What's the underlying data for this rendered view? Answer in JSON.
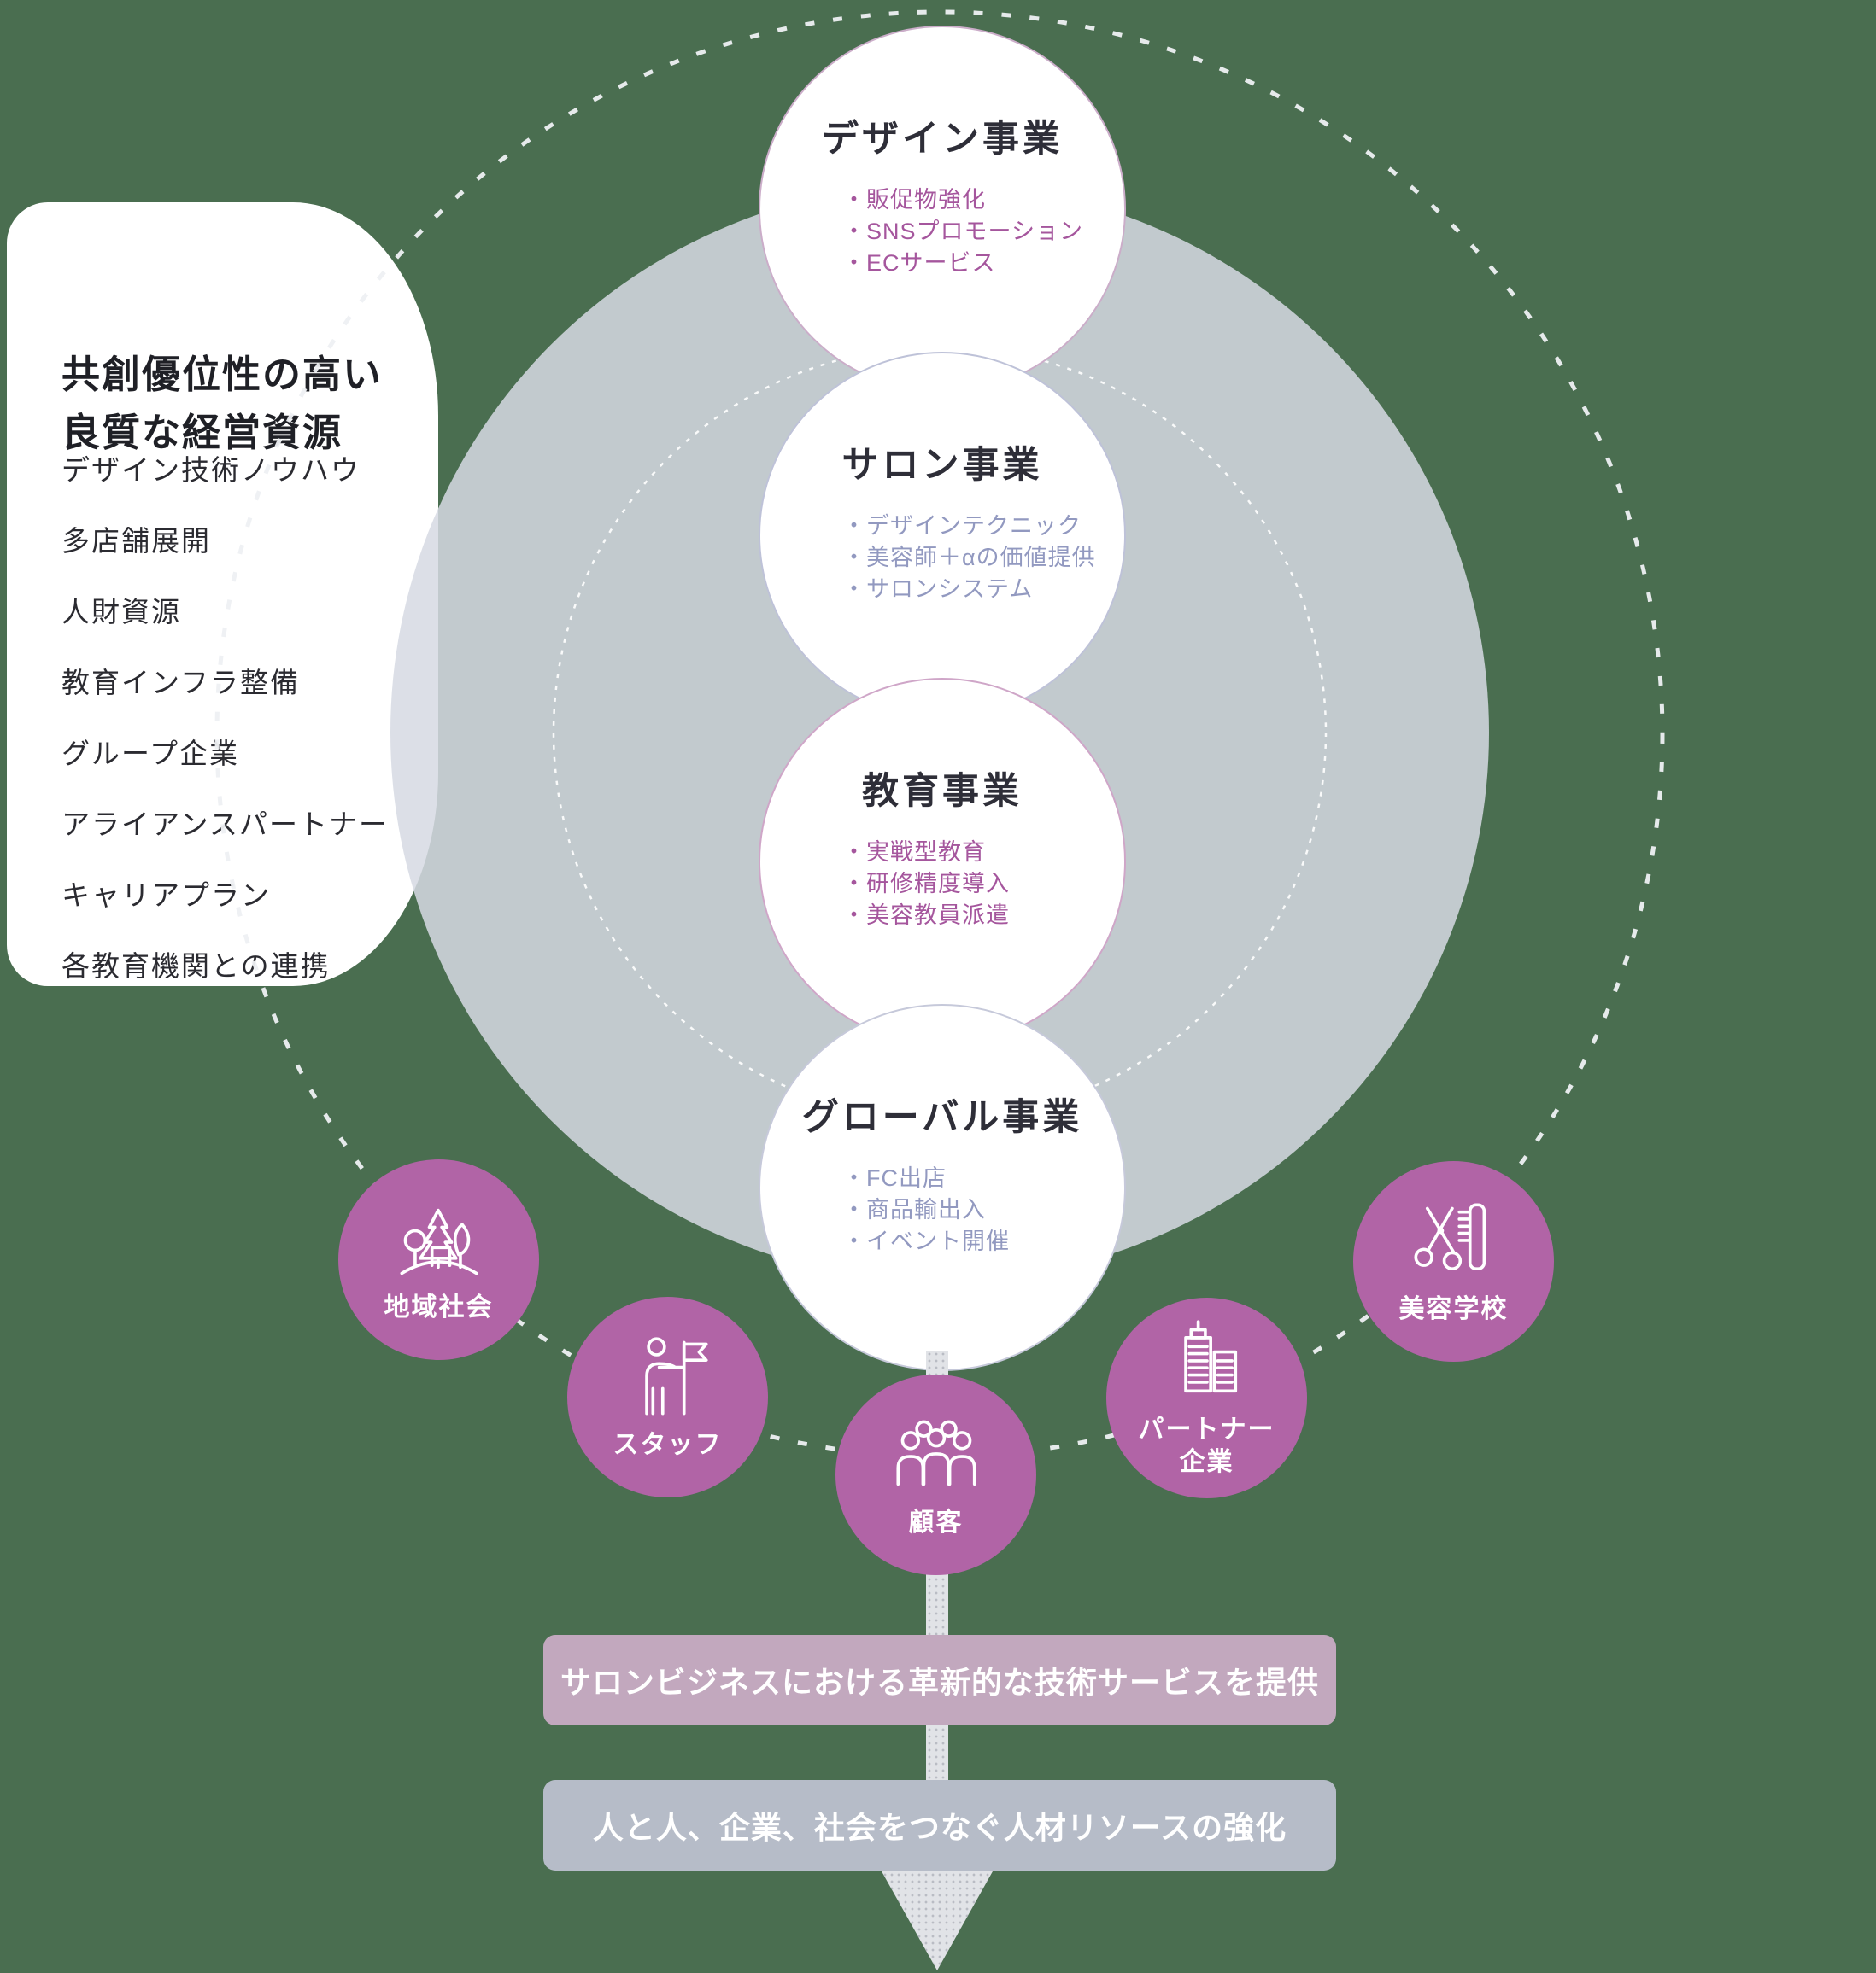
{
  "colors": {
    "background": "#4a6e50",
    "large_circle": "rgba(214,218,227,0.86)",
    "accent_purple": "#b164a6",
    "banner_pink": "#c2a8be",
    "banner_gray": "#b6bcc8",
    "magenta_list_text": "#a5569d",
    "lavender_list_text": "#9299c0",
    "bubble_background": "#ffffff"
  },
  "resources_bubble": {
    "title": "共創優位性の高い\n良質な経営資源",
    "items": [
      "デザイン技術ノウハウ",
      "多店舗展開",
      "人財資源",
      "教育インフラ整備",
      "グループ企業",
      "アライアンスパートナー",
      "キャリアプラン",
      "各教育機関との連携"
    ]
  },
  "businesses": [
    {
      "name": "デザイン事業",
      "border_color": "#cbadc9",
      "bullet_color": "#a5569d",
      "items": [
        "・販促物強化",
        "・SNSプロモーション",
        "・ECサービス"
      ]
    },
    {
      "name": "サロン事業",
      "border_color": "#bec2d8",
      "bullet_color": "#9299c0",
      "items": [
        "・デザインテクニック",
        "・美容師＋αの価値提供",
        "・サロンシステム"
      ]
    },
    {
      "name": "教育事業",
      "border_color": "#cfa6c8",
      "bullet_color": "#a5569d",
      "items": [
        "・実戦型教育",
        "・研修精度導入",
        "・美容教員派遣"
      ]
    },
    {
      "name": "グローバル事業",
      "border_color": "#c6c9da",
      "bullet_color": "#9299c0",
      "items": [
        "・FC出店",
        "・商品輸出入",
        "・イベント開催"
      ]
    }
  ],
  "stakeholders": [
    {
      "label": "地域社会",
      "icon": "trees-icon"
    },
    {
      "label": "スタッフ",
      "icon": "person-flag-icon"
    },
    {
      "label": "顧客",
      "icon": "people-group-icon"
    },
    {
      "label": "パートナー\n企業",
      "icon": "buildings-icon"
    },
    {
      "label": "美容学校",
      "icon": "scissors-comb-icon"
    }
  ],
  "flow": {
    "banners": [
      {
        "text": "サロンビジネスにおける革新的な技術サービスを提供"
      },
      {
        "text": "人と人、企業、社会をつなぐ人材リソースの強化"
      }
    ]
  }
}
